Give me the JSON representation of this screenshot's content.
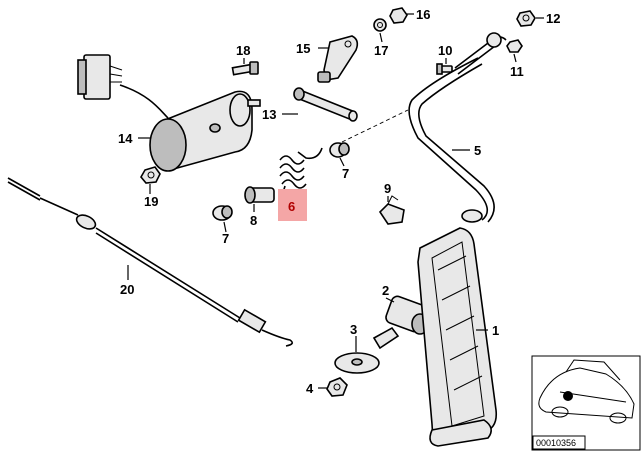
{
  "callouts": {
    "p1": "1",
    "p2": "2",
    "p3": "3",
    "p4": "4",
    "p5": "5",
    "p6": "6",
    "p7a": "7",
    "p7b": "7",
    "p8": "8",
    "p9": "9",
    "p10": "10",
    "p11": "11",
    "p12": "12",
    "p13": "13",
    "p14": "14",
    "p15": "15",
    "p16": "16",
    "p17": "17",
    "p18": "18",
    "p19": "19",
    "p20": "20"
  },
  "highlight": {
    "part": "6",
    "color": "#f4a6a6"
  },
  "inset": {
    "doc_id": "00010356"
  }
}
